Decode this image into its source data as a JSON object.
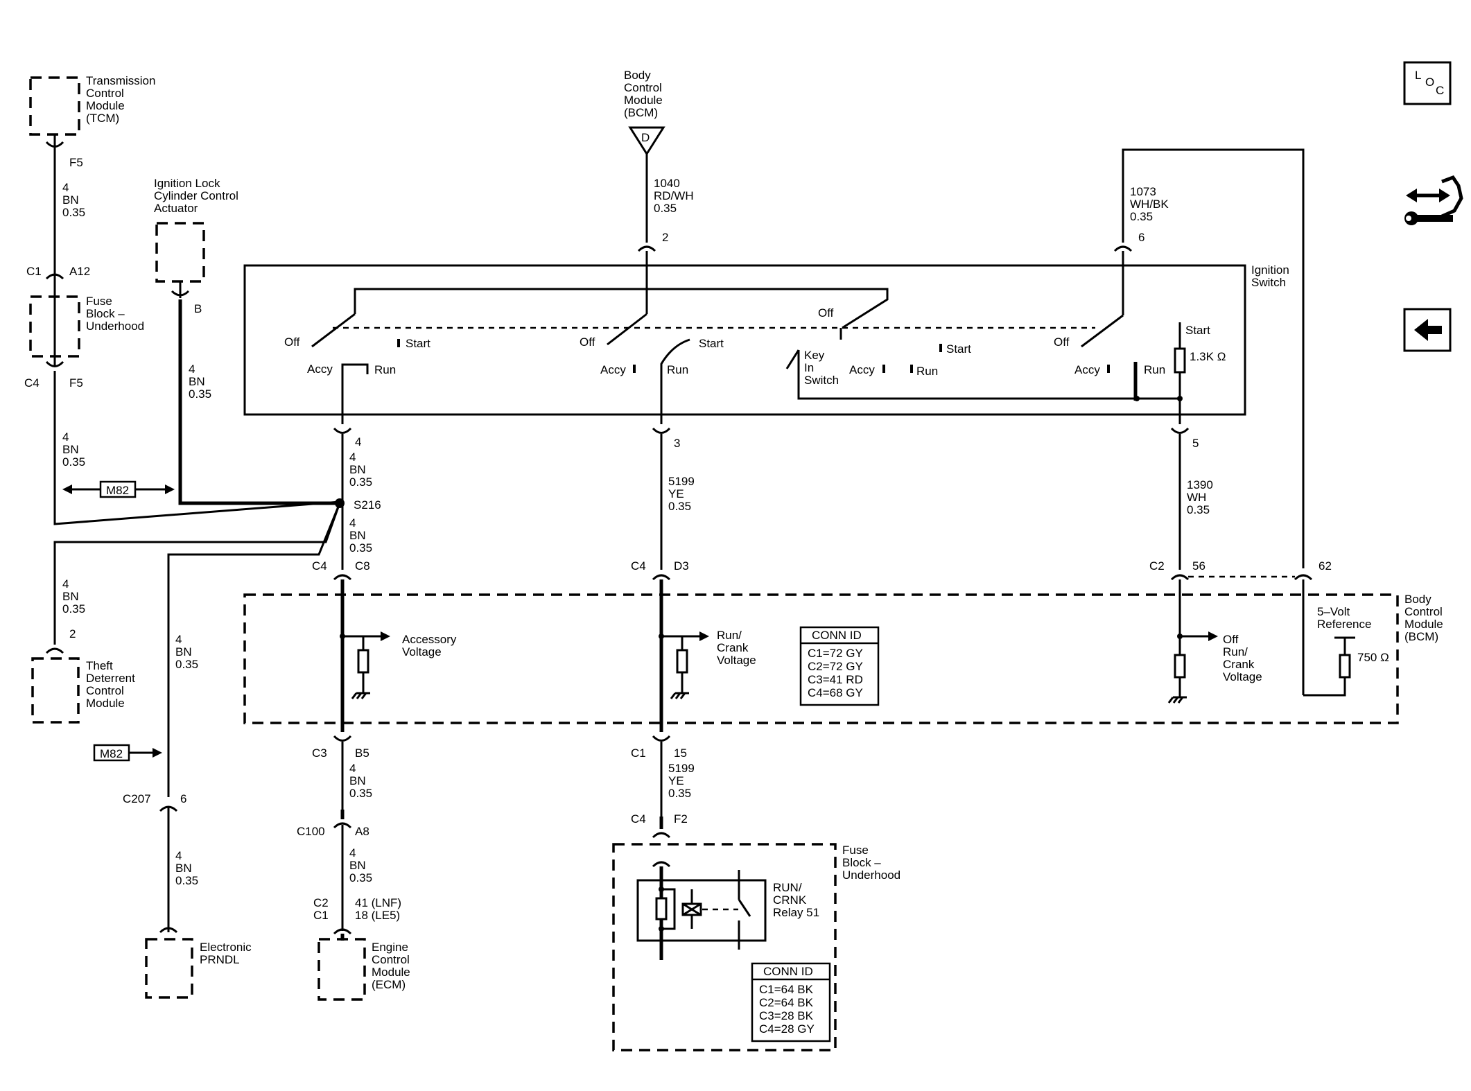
{
  "components": {
    "tcm": {
      "lines": [
        "Transmission",
        "Control",
        "Module",
        "(TCM)"
      ],
      "pin_f5": "F5"
    },
    "ilc": {
      "lines": [
        "Ignition Lock",
        "Cylinder Control",
        "Actuator"
      ],
      "pin": "B"
    },
    "fb_left": {
      "lines": [
        "Fuse",
        "Block –",
        "Underhood"
      ],
      "c1": "C1",
      "a12": "A12",
      "c4": "C4",
      "f5": "F5"
    },
    "bcm_top": {
      "lines": [
        "Body",
        "Control",
        "Module",
        "(BCM)"
      ],
      "connector": "D",
      "pin2": "2"
    },
    "ign": {
      "lines": [
        "Ignition",
        "Switch"
      ],
      "off": "Off",
      "accy": "Accy",
      "run": "Run",
      "start": "Start",
      "key_in": [
        "Key",
        "In",
        "Switch"
      ],
      "resistor": "1.3K Ω",
      "pin4": "4",
      "pin3": "3",
      "pin5": "5",
      "pin6": "6"
    },
    "theft": {
      "lines": [
        "Theft",
        "Deterrent",
        "Control",
        "Module"
      ],
      "pin": "2"
    },
    "bcm_right": {
      "lines": [
        "Body",
        "Control",
        "Module",
        "(BCM)"
      ],
      "ref_lines": [
        "5–Volt",
        "Reference"
      ],
      "resistor": "750 Ω"
    },
    "bcm_box": {
      "acc": [
        "Accessory",
        "Voltage"
      ],
      "runcrank": [
        "Run/",
        "Crank",
        "Voltage"
      ],
      "offrun": [
        "Off",
        "Run/",
        "Crank",
        "Voltage"
      ],
      "conn_title": "CONN ID",
      "conn": [
        "C1=72 GY",
        "C2=72 GY",
        "C3=41 RD",
        "C4=68 GY"
      ]
    },
    "prndl": {
      "lines": [
        "Electronic",
        "PRNDL"
      ]
    },
    "ecm": {
      "lines": [
        "Engine",
        "Control",
        "Module",
        "(ECM)"
      ]
    },
    "fb_bottom": {
      "lines": [
        "Fuse",
        "Block –",
        "Underhood"
      ],
      "relay": [
        "RUN/",
        "CRNK",
        "Relay 51"
      ],
      "conn_title": "CONN ID",
      "conn": [
        "C1=64 BK",
        "C2=64 BK",
        "C3=28 BK",
        "C4=28 GY"
      ]
    },
    "splice": "S216",
    "m82": "M82"
  },
  "wires": {
    "w_tcm": [
      "4",
      "BN",
      "0.35"
    ],
    "w_fb": [
      "4",
      "BN",
      "0.35"
    ],
    "w_ilc": [
      "4",
      "BN",
      "0.35"
    ],
    "w_ign4": [
      "4",
      "BN",
      "0.35"
    ],
    "w_s216": [
      "4",
      "BN",
      "0.35"
    ],
    "w_theft": [
      "4",
      "BN",
      "0.35"
    ],
    "w_prndl1": [
      "4",
      "BN",
      "0.35"
    ],
    "w_prndl2": [
      "4",
      "BN",
      "0.35"
    ],
    "w_bcm_d": [
      "1040",
      "RD/WH",
      "0.35"
    ],
    "w_1073": [
      "1073",
      "WH/BK",
      "0.35"
    ],
    "w_5199a": [
      "5199",
      "YE",
      "0.35"
    ],
    "w_1390": [
      "1390",
      "WH",
      "0.35"
    ],
    "w_ecm_a": [
      "4",
      "BN",
      "0.35"
    ],
    "w_ecm_b": [
      "4",
      "BN",
      "0.35"
    ],
    "w_5199b": [
      "5199",
      "YE",
      "0.35"
    ]
  },
  "connectors": {
    "c4c8": [
      "C4",
      "C8"
    ],
    "c4d3": [
      "C4",
      "D3"
    ],
    "c256": [
      "C2",
      "56"
    ],
    "p62": "62",
    "c3b5": [
      "C3",
      "B5"
    ],
    "c115": [
      "C1",
      "15"
    ],
    "c207": [
      "C207",
      "6"
    ],
    "c100": [
      "C100",
      "A8"
    ],
    "c4f2": [
      "C4",
      "F2"
    ],
    "ecm_pins": [
      "C2",
      "C1",
      "41 (LNF)",
      "18 (LE5)"
    ]
  },
  "nav": {
    "loc_letters": [
      "L",
      "O",
      "C"
    ]
  }
}
